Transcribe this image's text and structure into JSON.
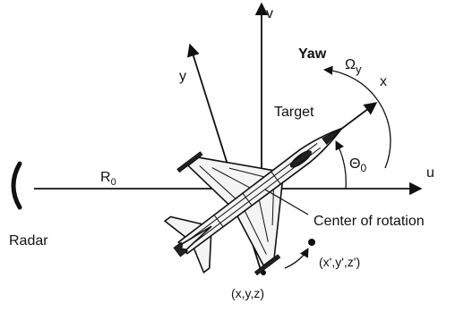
{
  "labels": {
    "v_axis": "v",
    "u_axis": "u",
    "x_axis": "x",
    "y_axis": "y",
    "yaw": "Yaw",
    "omega": "Ω",
    "omega_sub": "y",
    "target": "Target",
    "theta": "Θ",
    "theta_sub": "0",
    "range": "R",
    "range_sub": "0",
    "center_of_rotation": "Center of rotation",
    "radar": "Radar",
    "point_original": "(x,y,z)",
    "point_rotated": "(x',y',z')"
  },
  "colors": {
    "ink": "#111111",
    "background": "#ffffff"
  }
}
